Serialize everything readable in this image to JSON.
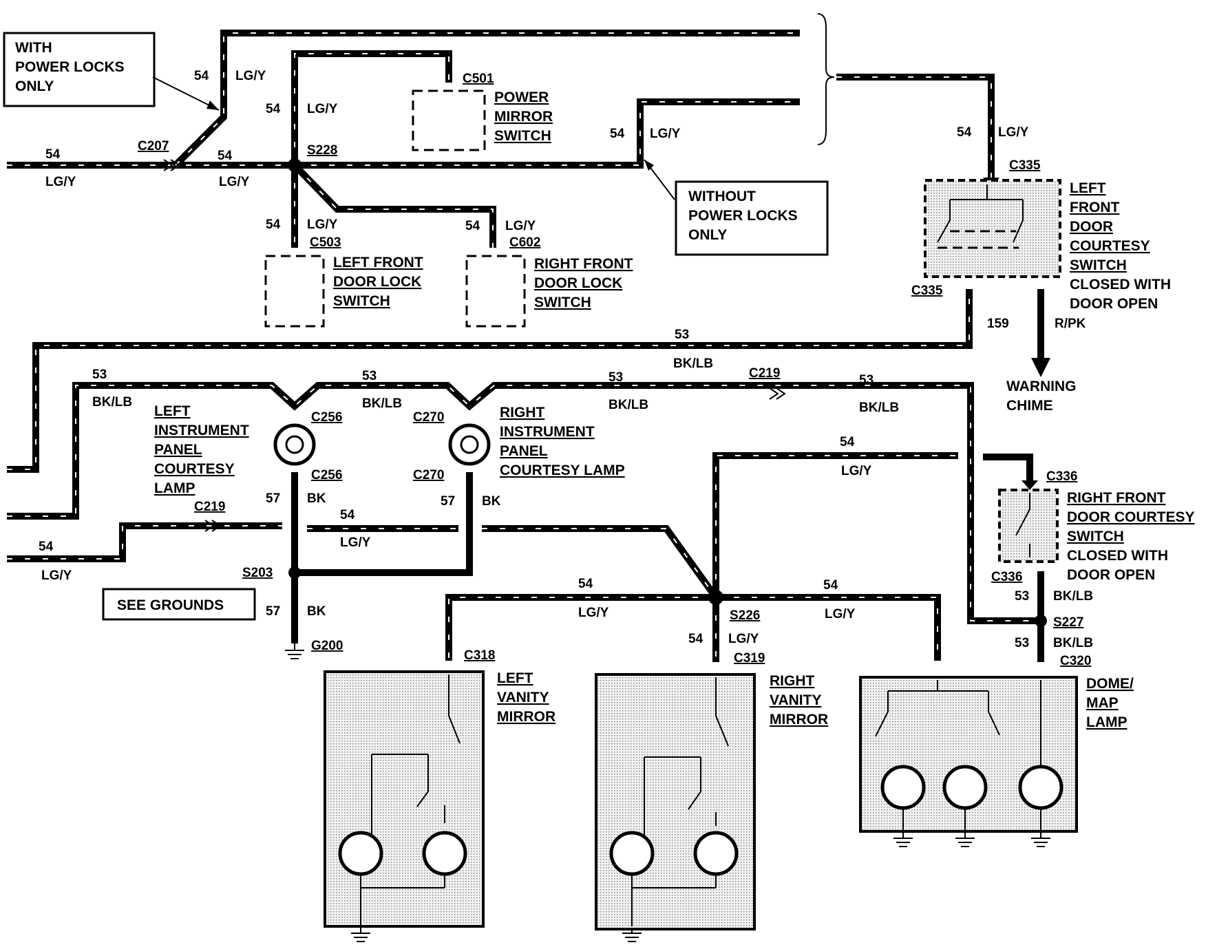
{
  "callouts": {
    "with_power_locks": [
      "WITH",
      "POWER LOCKS",
      "ONLY"
    ],
    "without_power_locks": [
      "WITHOUT",
      "POWER LOCKS",
      "ONLY"
    ],
    "see_grounds": "SEE GROUNDS"
  },
  "connectors": {
    "c207": "C207",
    "s228": "S228",
    "c501": "C501",
    "c503": "C503",
    "c602": "C602",
    "c335_top": "C335",
    "c335_bot": "C335",
    "c256_top": "C256",
    "c256_bot": "C256",
    "c270_top": "C270",
    "c270_bot": "C270",
    "c219_top": "C219",
    "c219_left": "C219",
    "c336_top": "C336",
    "c336_bot": "C336",
    "s203": "S203",
    "g200": "G200",
    "s226": "S226",
    "s227": "S227",
    "c318": "C318",
    "c319": "C319",
    "c320": "C320"
  },
  "circuits": {
    "n54": "54",
    "n53": "53",
    "n57": "57",
    "n159": "159",
    "lgy": "LG/Y",
    "bklb": "BK/LB",
    "bk": "BK",
    "rpk": "R/PK"
  },
  "components": {
    "power_mirror_switch": [
      "POWER",
      "MIRROR",
      "SWITCH"
    ],
    "lf_door_lock_switch": [
      "LEFT FRONT",
      "DOOR LOCK",
      "SWITCH"
    ],
    "rf_door_lock_switch": [
      "RIGHT FRONT",
      "DOOR LOCK",
      "SWITCH"
    ],
    "lf_door_courtesy_switch": [
      "LEFT",
      "FRONT",
      "DOOR",
      "COURTESY",
      "SWITCH"
    ],
    "lf_note": [
      "CLOSED WITH",
      "DOOR OPEN"
    ],
    "warning_chime": [
      "WARNING",
      "CHIME"
    ],
    "left_ip_lamp": [
      "LEFT",
      "INSTRUMENT",
      "PANEL",
      "COURTESY",
      "LAMP"
    ],
    "right_ip_lamp": [
      "RIGHT",
      "INSTRUMENT",
      "PANEL",
      "COURTESY LAMP"
    ],
    "rf_door_courtesy_switch": [
      "RIGHT FRONT",
      "DOOR COURTESY",
      "SWITCH"
    ],
    "rf_note": [
      "CLOSED WITH",
      "DOOR OPEN"
    ],
    "left_vanity_mirror": [
      "LEFT",
      "VANITY",
      "MIRROR"
    ],
    "right_vanity_mirror": [
      "RIGHT",
      "VANITY",
      "MIRROR"
    ],
    "dome_map_lamp": [
      "DOME/",
      "MAP",
      "LAMP"
    ]
  }
}
